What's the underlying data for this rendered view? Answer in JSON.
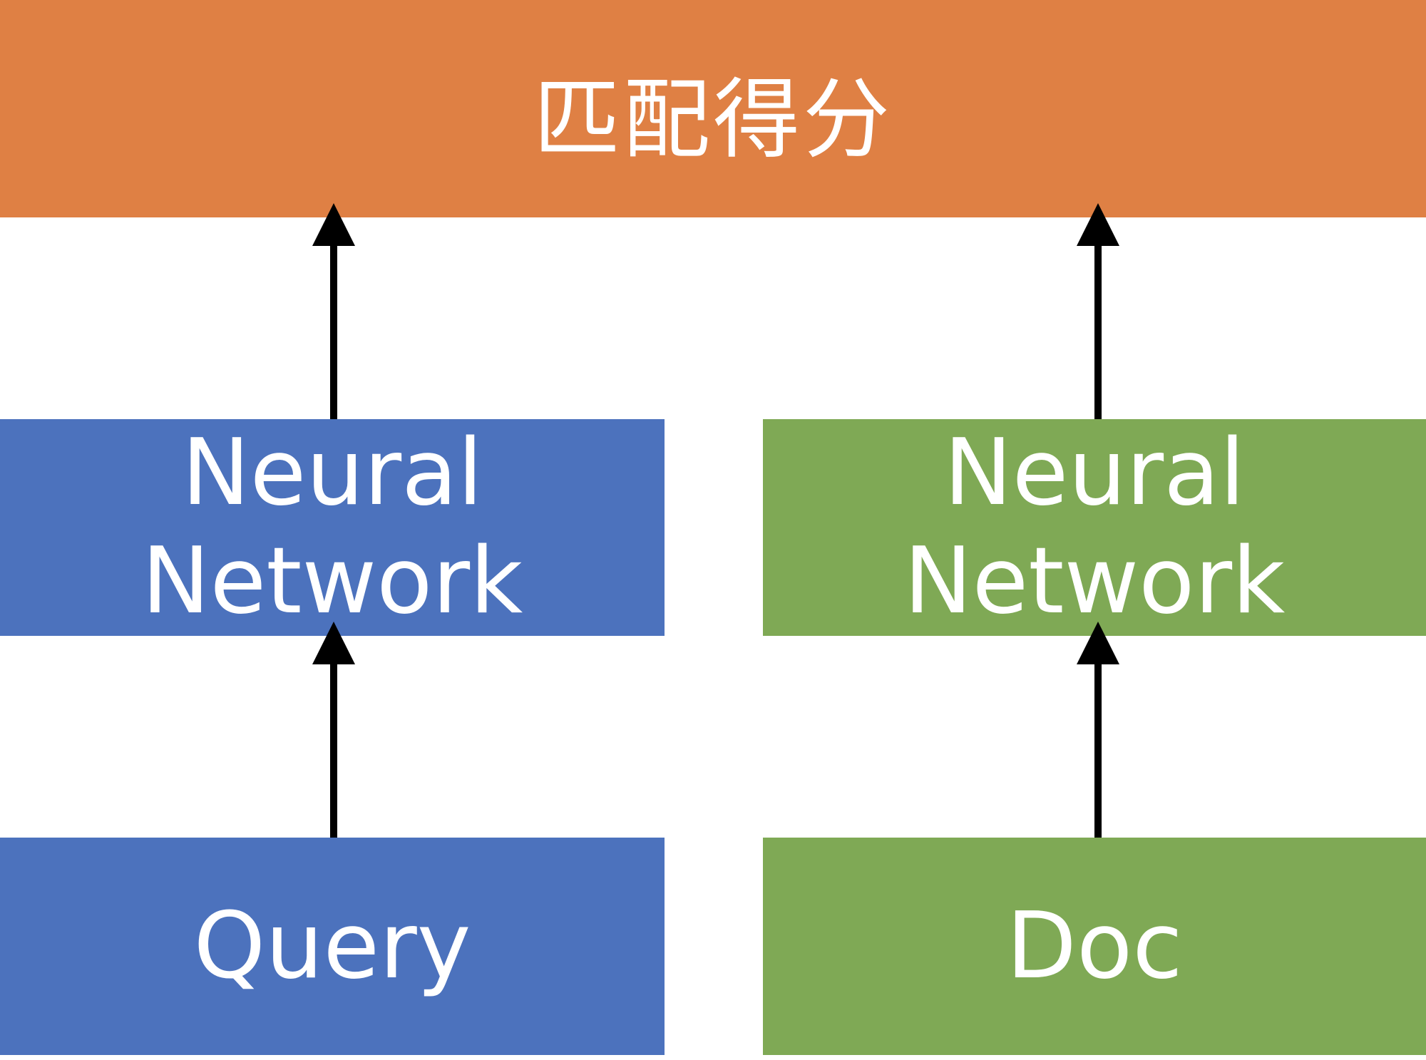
{
  "score": {
    "label": "匹配得分"
  },
  "left": {
    "network_line1": "Neural",
    "network_line2": "Network",
    "input": "Query"
  },
  "right": {
    "network_line1": "Neural",
    "network_line2": "Network",
    "input": "Doc"
  },
  "colors": {
    "score": "#DF8044",
    "query": "#4C72BD",
    "doc": "#7FA955",
    "arrow": "#000000",
    "text": "#FFFFFF"
  }
}
